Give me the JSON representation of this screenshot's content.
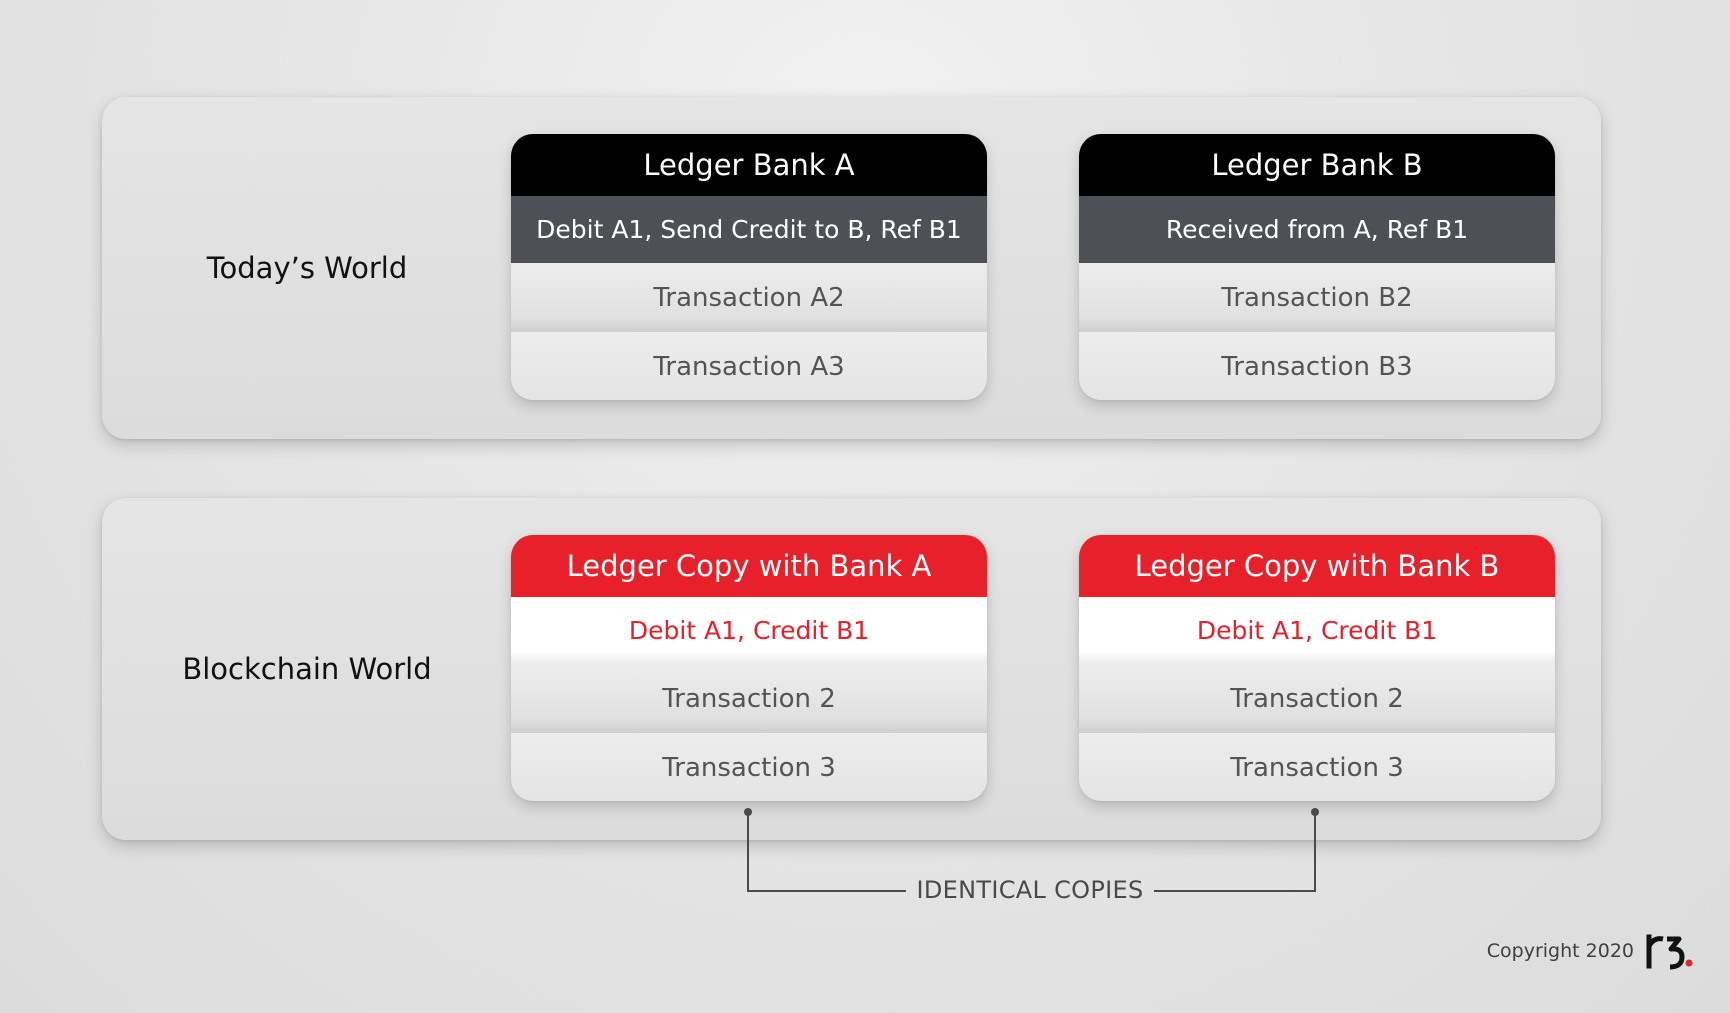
{
  "colors": {
    "dark_header": "#000000",
    "dark_subheader": "#4d5156",
    "accent_red": "#e8202a",
    "transaction_text": "#545454"
  },
  "todays_world": {
    "label": "Today’s World",
    "ledgers": [
      {
        "title": "Ledger Bank A",
        "entry": "Debit A1, Send Credit to B, Ref B1",
        "transactions": [
          "Transaction A2",
          "Transaction A3"
        ]
      },
      {
        "title": "Ledger Bank B",
        "entry": "Received from A, Ref B1",
        "transactions": [
          "Transaction B2",
          "Transaction B3"
        ]
      }
    ]
  },
  "blockchain_world": {
    "label": "Blockchain World",
    "ledgers": [
      {
        "title": "Ledger Copy with Bank A",
        "entry": "Debit A1, Credit B1",
        "transactions": [
          "Transaction 2",
          "Transaction 3"
        ]
      },
      {
        "title": "Ledger Copy with Bank B",
        "entry": "Debit A1, Credit B1",
        "transactions": [
          "Transaction 2",
          "Transaction 3"
        ]
      }
    ]
  },
  "connector_label": "IDENTICAL COPIES",
  "footer": {
    "copyright": "Copyright 2020",
    "logo_icon": "r3-logo-icon"
  }
}
